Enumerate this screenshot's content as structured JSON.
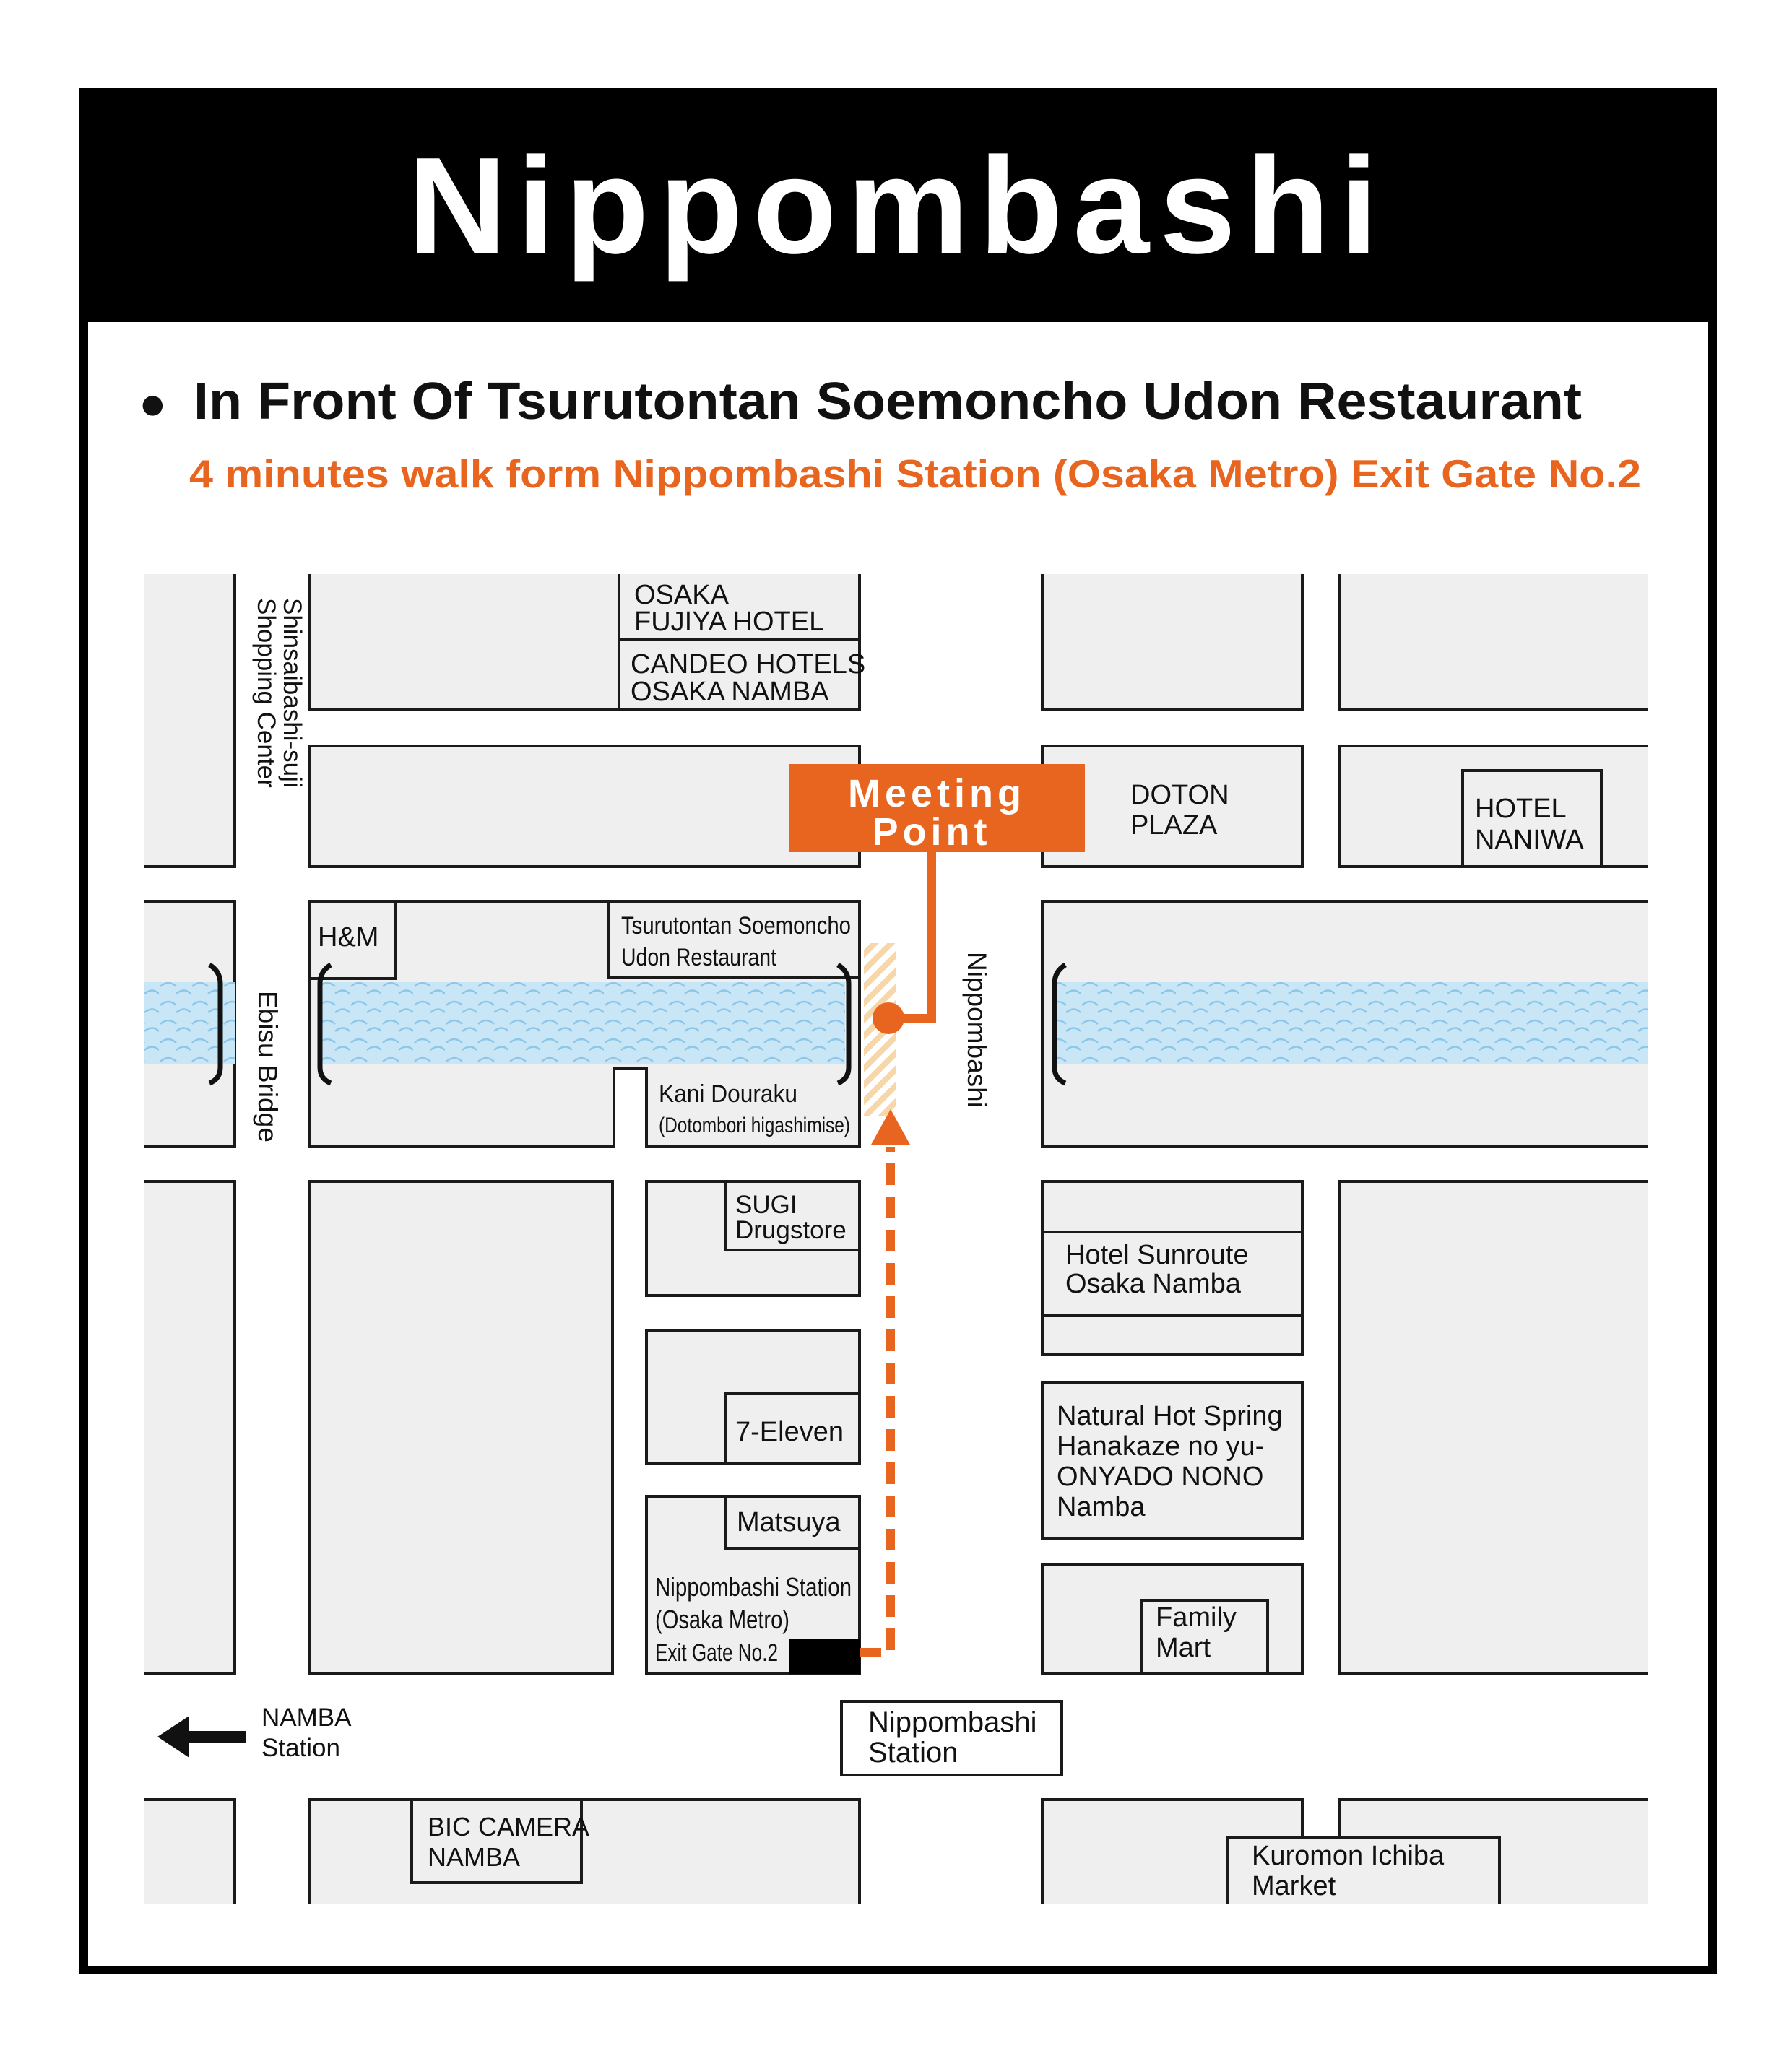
{
  "header": {
    "title": "Nippombashi"
  },
  "location": {
    "bullet": "●",
    "name": "In Front Of Tsurutontan Soemoncho Udon Restaurant",
    "directions": "4 minutes walk form Nippombashi Station (Osaka Metro) Exit Gate No.2"
  },
  "colors": {
    "accent": "#e8651f",
    "water": "#c9e6f6",
    "block": "#efefef",
    "frame": "#000000"
  },
  "map": {
    "meeting_point": {
      "line1": "Meeting",
      "line2": "Point"
    },
    "streets": {
      "shinsaibashi_line1": "Shinsaibashi-suji",
      "shinsaibashi_line2": "Shopping Center",
      "ebisu_bridge": "Ebisu Bridge",
      "nippombashi": "Nippombashi"
    },
    "landmarks": {
      "osaka_fujiya_1": "OSAKA",
      "osaka_fujiya_2": "FUJIYA HOTEL",
      "candeo_1": "CANDEO HOTELS",
      "candeo_2": "OSAKA NAMBA",
      "doton_1": "DOTON",
      "doton_2": "PLAZA",
      "naniwa_1": "HOTEL",
      "naniwa_2": "NANIWA",
      "hm": "H&M",
      "tsurutontan_1": "Tsurutontan  Soemoncho",
      "tsurutontan_2": "Udon Restaurant",
      "kani_1": "Kani Douraku",
      "kani_2": "(Dotombori higashimise)",
      "sugi_1": "SUGI",
      "sugi_2": "Drugstore",
      "sunroute_1": "Hotel Sunroute",
      "sunroute_2": "Osaka Namba",
      "seven_eleven": "7-Eleven",
      "hotspring_1": "Natural Hot Spring",
      "hotspring_2": "Hanakaze no yu-",
      "hotspring_3": "ONYADO NONO",
      "hotspring_4": "Namba",
      "matsuya": "Matsuya",
      "station_exit_1": "Nippombashi Station",
      "station_exit_2": "(Osaka Metro)",
      "station_exit_3": "Exit Gate No.2",
      "family_1": "Family",
      "family_2": "Mart",
      "namba_1": "NAMBA",
      "namba_2": "Station",
      "nippombashi_station_1": "Nippombashi",
      "nippombashi_station_2": "Station",
      "bic_1": "BIC CAMERA",
      "bic_2": "NAMBA",
      "kuromon_1": "Kuromon Ichiba",
      "kuromon_2": "Market"
    }
  }
}
